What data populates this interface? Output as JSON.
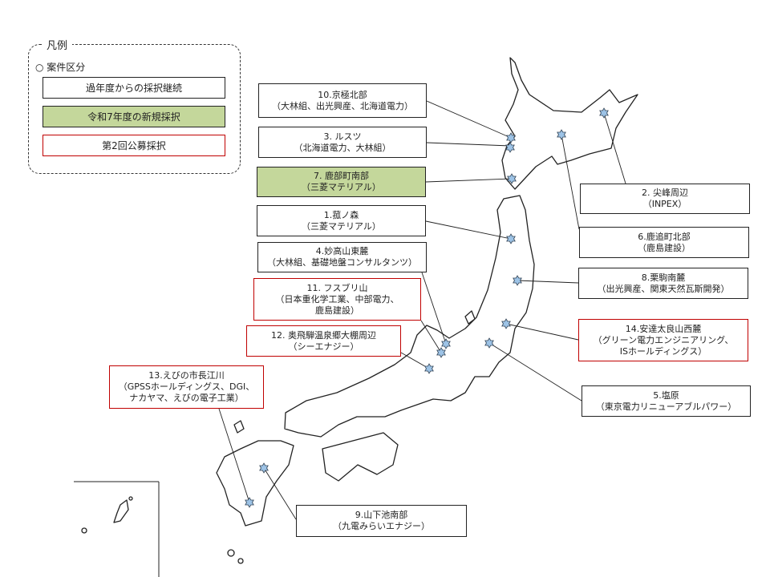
{
  "legend": {
    "title": "凡例",
    "subtitle": "○ 案件区分",
    "items": [
      {
        "label": "過年度からの採択継続",
        "style": "white"
      },
      {
        "label": "令和7年度の新規採択",
        "style": "green"
      },
      {
        "label": "第2回公募採択",
        "style": "red"
      }
    ]
  },
  "colors": {
    "new_fill": "#c4d79b",
    "round2_border": "#c00000",
    "star_fill": "#9dc3e6"
  },
  "sites": [
    {
      "title": "10.京極北部",
      "companies": "（大林組、出光興産、北海道電力）",
      "style": "white"
    },
    {
      "title": "3. ルスツ",
      "companies": "（北海道電力、大林組）",
      "style": "white"
    },
    {
      "title": "7. 鹿部町南部",
      "companies": "（三菱マテリアル）",
      "style": "green"
    },
    {
      "title": "1.菰ノ森",
      "companies": "（三菱マテリアル）",
      "style": "white"
    },
    {
      "title": "4.妙高山東麓",
      "companies": "（大林組、基礎地盤コンサルタンツ）",
      "style": "white"
    },
    {
      "title": "11. フスブリ山",
      "companies": "（日本重化学工業、中部電力、",
      "companies2": "鹿島建設）",
      "style": "red"
    },
    {
      "title": "12. 奥飛騨温泉郷大棚周辺",
      "companies": "（シーエナジー）",
      "style": "red"
    },
    {
      "title": "13.えびの市長江川",
      "companies": "（GPSSホールディングス、DGI、",
      "companies2": "ナカヤマ、えびの電子工業）",
      "style": "red"
    },
    {
      "title": "9.山下池南部",
      "companies": "（九電みらいエナジー）",
      "style": "white"
    },
    {
      "title": "2. 尖峰周辺",
      "companies": "（INPEX）",
      "style": "white"
    },
    {
      "title": "6.鹿追町北部",
      "companies": "（鹿島建設）",
      "style": "white"
    },
    {
      "title": "8.栗駒南麓",
      "companies": "（出光興産、関東天然瓦斯開発）",
      "style": "white"
    },
    {
      "title": "14.安達太良山西麓",
      "companies": "（グリーン電力エンジニアリング、",
      "companies2": "ISホールディングス）",
      "style": "red"
    },
    {
      "title": "5.塩原",
      "companies": "（東京電力リニューアブルパワー）",
      "style": "white"
    }
  ]
}
